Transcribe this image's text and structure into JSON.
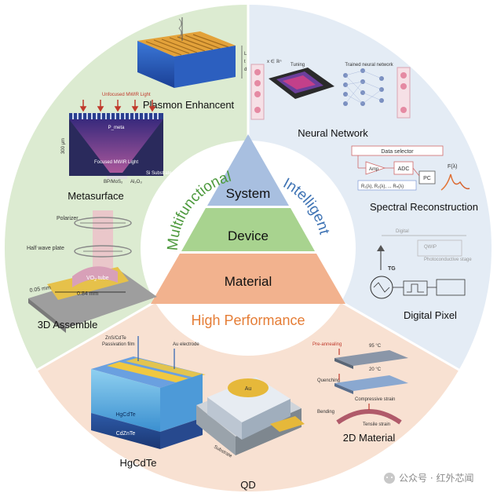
{
  "center": {
    "pyramid": {
      "top": "System",
      "middle": "Device",
      "bottom": "Material"
    },
    "ring_labels": {
      "left": "Multifunctional",
      "right": "Intelligent",
      "bottom": "High Performance"
    }
  },
  "sectors": {
    "left": {
      "plasmon": {
        "label": "Plasmon Enhancent",
        "dims": [
          "L",
          "t",
          "d"
        ]
      },
      "metasurface": {
        "label": "Metasurface",
        "incident": "Unfocused MWIR Light",
        "focused": "Focused MWIR Light",
        "substrate": "Si Substrate",
        "side": "300 μm",
        "inner": "P_meta",
        "layers": [
          "Al₂O₃",
          "BP/MoS₂"
        ]
      },
      "assemble": {
        "label": "3D Assemble",
        "polarizer": "Polarizer",
        "wave_plate": "Half wave plate",
        "tube": "VO",
        "tube_sub": "2",
        "tube_suffix": " tube",
        "dim1": "0.05 mm",
        "dim2": "0.84 mm"
      }
    },
    "right": {
      "neural": {
        "label": "Neural Network",
        "tuning": "Tuning",
        "trained": "Trained neural network",
        "input": "x ∈ ℝⁿ"
      },
      "spectral": {
        "label": "Spectral Reconstruction",
        "selector": "Data selector",
        "amp": "Amp",
        "adc": "ADC",
        "pc": "PC",
        "f": "F(λ)",
        "resp": "R₁(λ), R₂(λ), ... Rₙ(λ)"
      },
      "pixel": {
        "label": "Digital Pixel",
        "digital": "Digital",
        "tg": "TG",
        "qwip": "QWIP",
        "stage": "Photoconductive stage"
      }
    },
    "bottom": {
      "hgcdte": {
        "label": "HgCdTe",
        "passivation": "ZnS/CdTe\nPassivation film",
        "electrode": "Au electrode",
        "layer1": "HgCdTe",
        "layer2": "CdZnTe"
      },
      "qd": {
        "label": "QD",
        "au": "Au",
        "substrate": "Substrate"
      },
      "twod": {
        "label": "2D Material",
        "pre": "Pre-annealing",
        "quench": "Quenching",
        "bend": "Bending",
        "t1": "95 °C",
        "t2": "20 °C",
        "strain1": "Compressive strain",
        "strain2": "Tensile strain"
      }
    }
  },
  "watermark": "公众号 · 红外芯闻",
  "colors": {
    "sector_left": "#dcebd1",
    "sector_right": "#e4ecf5",
    "sector_bottom": "#f8e1d2",
    "tri_system": "#a8bfe0",
    "tri_device": "#a8d38f",
    "tri_material": "#f2b28e",
    "multifunctional": "#4e9a3e",
    "intelligent": "#3e73b4",
    "high_performance": "#e57d36"
  }
}
